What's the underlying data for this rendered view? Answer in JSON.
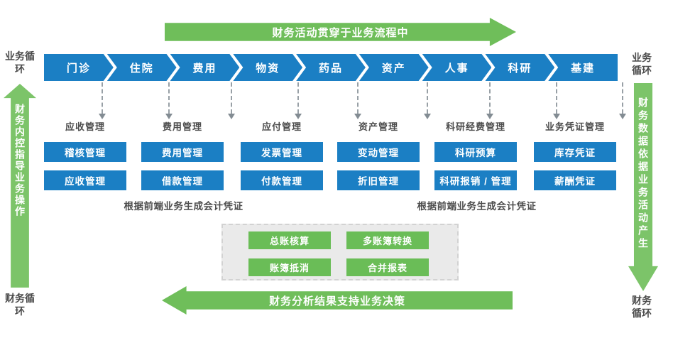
{
  "palette": {
    "process_blue": "#1b7fc4",
    "arrow_green": "#6fbe5a",
    "button_green": "#6abd57",
    "cycle_green": "#7cc469",
    "ledger_box_gray": "#eaeaea",
    "label_gray": "#4d4d4d"
  },
  "top_arrow": {
    "label": "财务活动贯穿于业务流程中"
  },
  "bottom_arrow": {
    "label": "财务分析结果支持业务决策"
  },
  "left_cycle": {
    "top_label": "业务循环",
    "bottom_label": "财务循环",
    "arrow_label": "财务内控指导业务操作"
  },
  "right_cycle": {
    "top_label": "业务循环",
    "bottom_label": "财务循环",
    "arrow_label": "财务数据依据业务活动产生"
  },
  "flow_steps": [
    {
      "label": "门诊"
    },
    {
      "label": "住院"
    },
    {
      "label": "费用"
    },
    {
      "label": "物资"
    },
    {
      "label": "药品"
    },
    {
      "label": "资产"
    },
    {
      "label": "人事"
    },
    {
      "label": "科研"
    },
    {
      "label": "基建"
    }
  ],
  "columns": [
    {
      "group": "应收管理",
      "modules": [
        "稽核管理",
        "应收管理"
      ]
    },
    {
      "group": "费用管理",
      "modules": [
        "费用管理",
        "借款管理"
      ]
    },
    {
      "group": "应付管理",
      "modules": [
        "发票管理",
        "付款管理"
      ]
    },
    {
      "group": "资产管理",
      "modules": [
        "变动管理",
        "折旧管理"
      ]
    },
    {
      "group": "科研经费管理",
      "modules": [
        "科研预算",
        "科研报销 / 管理"
      ]
    },
    {
      "group": "业务凭证管理",
      "modules": [
        "库存凭证",
        "薪酬凭证"
      ]
    }
  ],
  "notes": {
    "left": "根据前端业务生成会计凭证",
    "right": "根据前端业务生成会计凭证"
  },
  "ledger_box": {
    "buttons": [
      "总账核算",
      "多账簿转换",
      "账簿抵消",
      "合并报表"
    ]
  }
}
